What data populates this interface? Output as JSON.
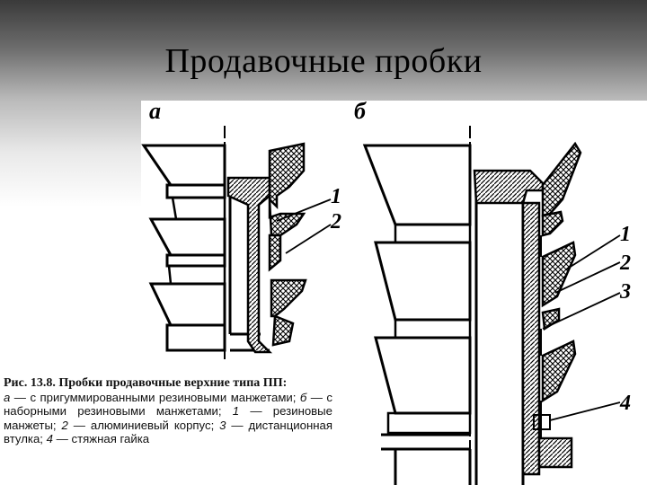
{
  "slide": {
    "title": "Продавочные пробки"
  },
  "figure": {
    "panel_a_letter": "а",
    "panel_b_letter": "б",
    "callouts_a": [
      "1",
      "2"
    ],
    "callouts_b": [
      "1",
      "2",
      "3",
      "4"
    ],
    "colors": {
      "line": "#000000",
      "hatch": "#000000",
      "paper": "#ffffff"
    }
  },
  "caption": {
    "heading": "Рис. 13.8. Пробки продавочные верхние типа ПП:",
    "a_key": "а",
    "a_text": " — с пригуммированными резиновыми манжетами; ",
    "b_key": "б",
    "b_text": " — с наборными резиновыми манжетами; ",
    "k1": "1",
    "t1": " — резиновые манжеты; ",
    "k2": "2",
    "t2": " — алюминиевый корпус; ",
    "k3": "3",
    "t3": " — дистанционная втулка; ",
    "k4": "4",
    "t4": " — стяжная гайка"
  }
}
